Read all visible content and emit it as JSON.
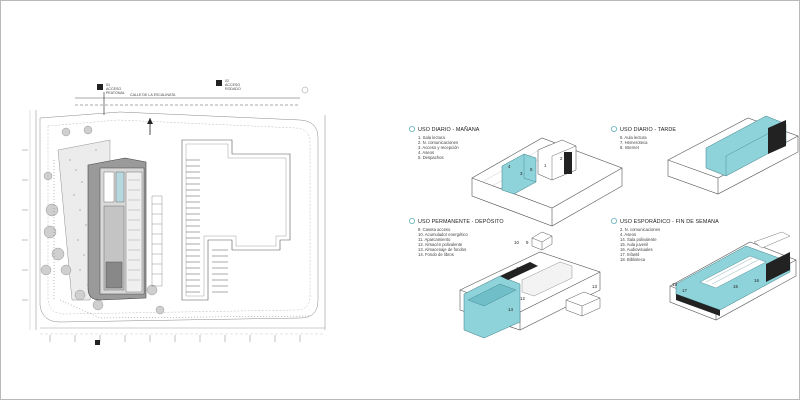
{
  "plan": {
    "top_street": "CALLE DE LA ESCALINATA",
    "legend_1": [
      "01",
      "ACCESO",
      "PEATONAL"
    ],
    "legend_2": [
      "02",
      "ACCESO",
      "RODADO"
    ]
  },
  "panels": [
    {
      "title": "USO DIARIO - MAÑANA",
      "items": [
        "1. Sala lectura",
        "2. N. comunicaciones",
        "3. Acceso y recepción",
        "4. Aseos",
        "5. Despachos"
      ]
    },
    {
      "title": "USO DIARIO - TARDE",
      "items": [
        "6. Aula lectura",
        "7. Hemeroteca",
        "8. Internet"
      ]
    },
    {
      "title": "USO PERMANENTE - DEPÓSITO",
      "items": [
        "9. Caseta acceso",
        "10. Acumulador energético",
        "11. Aparcamiento",
        "12. Almacén polivalente",
        "13. Almacenaje de fondos",
        "14. Fondo de libros"
      ]
    },
    {
      "title": "USO ESPORÁDICO - FIN DE SEMANA",
      "items": [
        "2. N. comunicaciones",
        "4. Aseos",
        "14. Sala polivalente",
        "15. Aula juvenil",
        "16. Audiovisuales",
        "17. Infantil",
        "18. Biblioteca"
      ]
    }
  ],
  "callouts": {
    "p1": [
      "4",
      "3",
      "5",
      "1",
      "2"
    ],
    "p3": [
      "10",
      "9",
      "11",
      "12",
      "14",
      "13"
    ],
    "p4": [
      "18",
      "17",
      "15",
      "16"
    ]
  },
  "colors": {
    "accent": "#8ed2da",
    "accent_dark": "#5fb0ba",
    "line": "#4a4a4a",
    "frame": "#b9b9b9"
  }
}
